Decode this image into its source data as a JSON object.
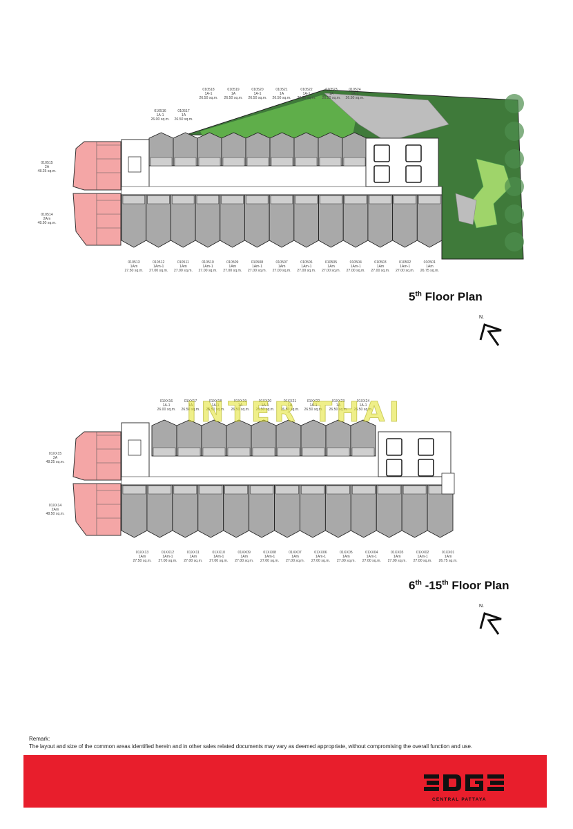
{
  "floor5": {
    "title_main": "5",
    "title_sup": "th",
    "title_rest": " Floor Plan",
    "north": "N.",
    "top_units": [
      {
        "id": "010518",
        "type": "1A-1",
        "area": "26.50 sq.m."
      },
      {
        "id": "010519",
        "type": "1A",
        "area": "26.50 sq.m."
      },
      {
        "id": "010520",
        "type": "1A-1",
        "area": "26.50 sq.m."
      },
      {
        "id": "010521",
        "type": "1A",
        "area": "26.50 sq.m."
      },
      {
        "id": "010522",
        "type": "1A-1",
        "area": "26.50 sq.m."
      },
      {
        "id": "010523",
        "type": "1A",
        "area": "26.50 sq.m."
      },
      {
        "id": "010524",
        "type": "1A-1",
        "area": "26.50 sq.m."
      }
    ],
    "mid_units": [
      {
        "id": "010516",
        "type": "1A-1",
        "area": "26.00 sq.m."
      },
      {
        "id": "010517",
        "type": "1A",
        "area": "26.50 sq.m."
      }
    ],
    "side_units": [
      {
        "id": "010515",
        "type": "2A",
        "area": "48.25 sq.m."
      },
      {
        "id": "010514",
        "type": "2Am",
        "area": "48.50 sq.m."
      }
    ],
    "bottom_units": [
      {
        "id": "010513",
        "type": "1Am",
        "area": "27.50 sq.m."
      },
      {
        "id": "010512",
        "type": "1Am-1",
        "area": "27.00 sq.m."
      },
      {
        "id": "010511",
        "type": "1Am",
        "area": "27.00 sq.m."
      },
      {
        "id": "010510",
        "type": "1Am-1",
        "area": "27.00 sq.m."
      },
      {
        "id": "010509",
        "type": "1Am",
        "area": "27.00 sq.m."
      },
      {
        "id": "010508",
        "type": "1Am-1",
        "area": "27.00 sq.m."
      },
      {
        "id": "010507",
        "type": "1Am",
        "area": "27.00 sq.m."
      },
      {
        "id": "010506",
        "type": "1Am-1",
        "area": "27.00 sq.m."
      },
      {
        "id": "010505",
        "type": "1Am",
        "area": "27.00 sq.m."
      },
      {
        "id": "010504",
        "type": "1Am-1",
        "area": "27.00 sq.m."
      },
      {
        "id": "010503",
        "type": "1Am",
        "area": "27.00 sq.m."
      },
      {
        "id": "010502",
        "type": "1Am-1",
        "area": "27.00 sq.m."
      },
      {
        "id": "010501",
        "type": "1Am",
        "area": "26.75 sq.m."
      }
    ]
  },
  "floor6": {
    "title_main": "6",
    "title_sup": "th",
    "title_mid": " -15",
    "title_sup2": "th",
    "title_rest": " Floor Plan",
    "north": "N.",
    "top_units": [
      {
        "id": "01XX16",
        "type": "1A-1",
        "area": "26.00 sq.m."
      },
      {
        "id": "01XX17",
        "type": "1A",
        "area": "26.50 sq.m."
      },
      {
        "id": "01XX18",
        "type": "1A-1",
        "area": "26.50 sq.m."
      },
      {
        "id": "01XX19",
        "type": "1A",
        "area": "26.50 sq.m."
      },
      {
        "id": "01XX20",
        "type": "1A-1",
        "area": "26.50 sq.m."
      },
      {
        "id": "01XX21",
        "type": "1A",
        "area": "26.50 sq.m."
      },
      {
        "id": "01XX22",
        "type": "1A-1",
        "area": "26.50 sq.m."
      },
      {
        "id": "01XX23",
        "type": "1A",
        "area": "26.50 sq.m."
      },
      {
        "id": "01XX24",
        "type": "1A-1",
        "area": "26.50 sq.m."
      }
    ],
    "side_units": [
      {
        "id": "01XX15",
        "type": "2A",
        "area": "48.25 sq.m."
      },
      {
        "id": "01XX14",
        "type": "2Am",
        "area": "48.50 sq.m."
      }
    ],
    "bottom_units": [
      {
        "id": "01XX13",
        "type": "1Am",
        "area": "27.50 sq.m."
      },
      {
        "id": "01XX12",
        "type": "1Am-1",
        "area": "27.00 sq.m."
      },
      {
        "id": "01XX11",
        "type": "1Am",
        "area": "27.00 sq.m."
      },
      {
        "id": "01XX10",
        "type": "1Am-1",
        "area": "27.00 sq.m."
      },
      {
        "id": "01XX09",
        "type": "1Am",
        "area": "27.00 sq.m."
      },
      {
        "id": "01XX08",
        "type": "1Am-1",
        "area": "27.00 sq.m."
      },
      {
        "id": "01XX07",
        "type": "1Am",
        "area": "27.00 sq.m."
      },
      {
        "id": "01XX06",
        "type": "1Am-1",
        "area": "27.00 sq.m."
      },
      {
        "id": "01XX05",
        "type": "1Am",
        "area": "27.00 sq.m."
      },
      {
        "id": "01XX04",
        "type": "1Am-1",
        "area": "27.00 sq.m."
      },
      {
        "id": "01XX03",
        "type": "1Am",
        "area": "27.00 sq.m."
      },
      {
        "id": "01XX02",
        "type": "1Am-1",
        "area": "27.00 sq.m."
      },
      {
        "id": "01XX01",
        "type": "1Am",
        "area": "26.75 sq.m."
      }
    ]
  },
  "watermark": "INTER THAI",
  "remark": {
    "heading": "Remark:",
    "text": "The layout and size of the common areas identified herein and in other sales related documents may vary as deemed appropriate, without compromising the overall function and use."
  },
  "brand": {
    "logo_text": "EDGE",
    "logo_sub": "CENTRAL PATTAYA",
    "band_color": "#e81e2c"
  },
  "colors": {
    "unit_fill": "#a9a9a9",
    "pink_unit": "#f4a6a6",
    "garden_dark": "#3f7a3a",
    "garden_light": "#9fd46a"
  }
}
